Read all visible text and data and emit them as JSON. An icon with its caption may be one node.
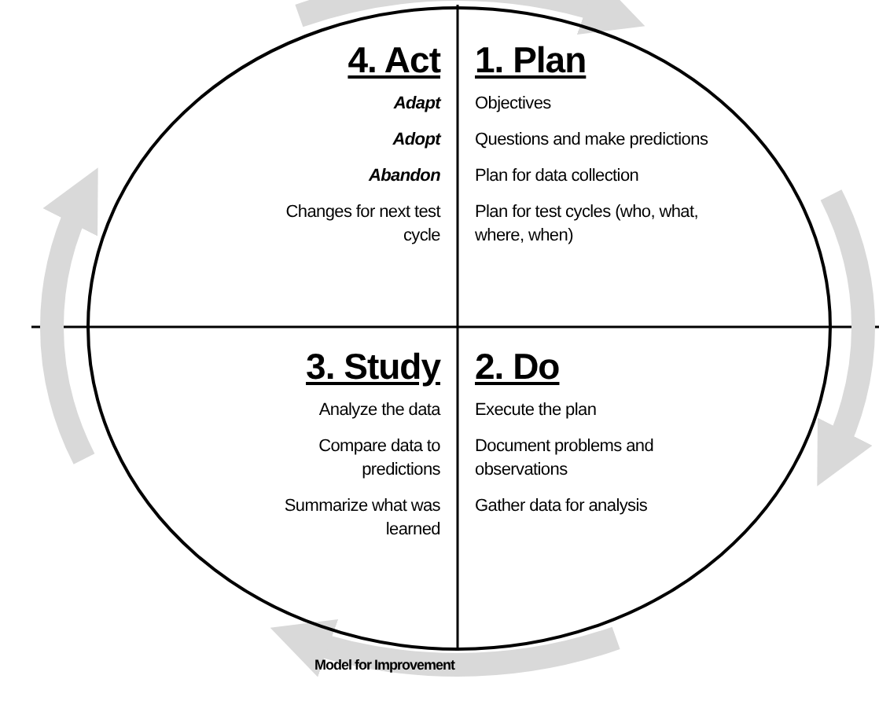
{
  "diagram": {
    "caption": "Model for Improvement",
    "nodes": [
      {
        "text": [
          "4. Act",
          "Adapt",
          "Adopt",
          "Abandon",
          "Changes for next test cycle"
        ]
      },
      {
        "text": [
          "1. Plan",
          "Objectives",
          "Questions and make predictions",
          "Plan for data collection",
          "Plan for test cycles (who, what, where, when)"
        ]
      },
      {
        "text": [
          "3. Study",
          "Analyze the data",
          "Compare data to predictions",
          "Summarize what was learned"
        ]
      },
      {
        "text": [
          "2. Do",
          "Execute the plan",
          "Document problems and observations",
          "Gather data for analysis"
        ]
      }
    ],
    "edges": [
      {
        "from": 1,
        "to": 3,
        "arrow": "to"
      },
      {
        "from": 3,
        "to": 2,
        "arrow": "to"
      },
      {
        "from": 2,
        "to": 0,
        "arrow": "to"
      },
      {
        "from": 0,
        "to": 1,
        "arrow": "to"
      }
    ]
  }
}
